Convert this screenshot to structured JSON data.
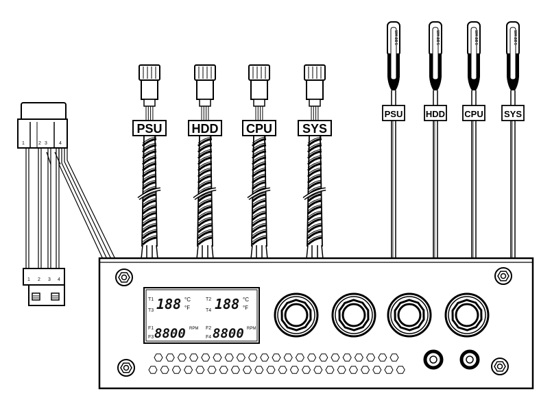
{
  "connector": {
    "pins_top": [
      "1",
      "2",
      "3",
      "4"
    ],
    "pins_bottom": [
      "1",
      "2",
      "3",
      "4"
    ]
  },
  "fan_cables": [
    {
      "label": "PSU"
    },
    {
      "label": "HDD"
    },
    {
      "label": "CPU"
    },
    {
      "label": "SYS"
    }
  ],
  "probe_cables": [
    {
      "label": "PSU",
      "tag": "10K 2/2 5"
    },
    {
      "label": "HDD",
      "tag": "10K 2/2 5"
    },
    {
      "label": "CPU",
      "tag": "10K 2/2 5"
    },
    {
      "label": "SYS",
      "tag": "10K 2/2 5"
    }
  ],
  "lcd": {
    "t1": "T1",
    "t3": "T3",
    "t2": "T2",
    "t4": "T4",
    "temp_left": "188",
    "temp_right": "188",
    "unit_c": "°C",
    "unit_f": "°F",
    "f1": "F1",
    "f3": "F3",
    "f2": "F2",
    "f4": "F4",
    "rpm_left": "8800",
    "rpm_right": "8800",
    "rpm_unit": "RPM"
  },
  "knobs": {
    "count": 4
  },
  "buttons": {
    "count": 2
  }
}
